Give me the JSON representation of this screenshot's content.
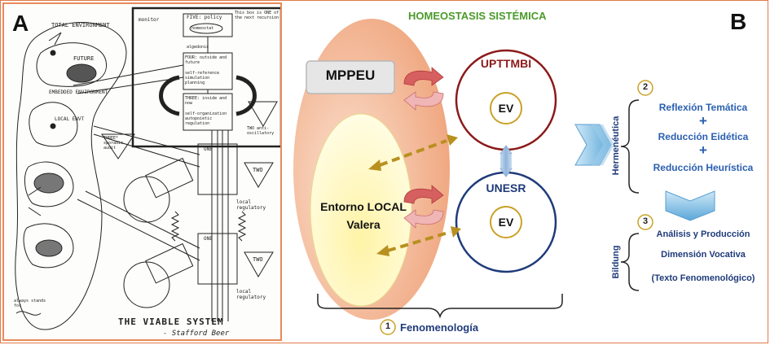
{
  "panel_a": {
    "letter": "A",
    "caption": "THE VIABLE SYSTEM",
    "author": "- Stafford Beer",
    "labels": {
      "total_env": "TOTAL ENVIRONMENT",
      "future": "FUTURE",
      "embedded_env": "EMBEDDED ENVIRONMENT",
      "local_env": "LOCAL ENVT",
      "box_note": "This box is ONE of the next recursion",
      "monitor": "monitor",
      "five": "FIVE: policy",
      "homeostat": "homeostat",
      "algedonic": "algedonic",
      "four": "FOUR: outside and future",
      "four_sub": "self-reference simulation planning",
      "three": "THREE: inside and now",
      "three_sub": "self-organization autopoietic regulation",
      "two_box": "TWO anti-oscillatory",
      "three_star": "THREE* sporadic audit",
      "one_a": "ONE",
      "one_b": "ONE",
      "two_a": "TWO",
      "two_b": "TWO",
      "local_reg_a": "local regulatory",
      "local_reg_b": "local regulatory",
      "legend": "always stands for"
    }
  },
  "panel_b": {
    "letter": "B",
    "title": "HOMEOSTASIS SISTÉMICA",
    "mppeu": "MPPEU",
    "entorno_line1": "Entorno LOCAL",
    "entorno_line2": "Valera",
    "upttmbi": "UPTTMBI",
    "unesr": "UNESR",
    "ev_top": "EV",
    "ev_bottom": "EV",
    "num1": "1",
    "fenomenologia": "Fenomenología",
    "num2": "2",
    "hermeneutica": "Hermenéutica",
    "reflexion": "Reflexión Temática",
    "plus1": "+",
    "reduccion_eidetica": "Reducción Eidética",
    "plus2": "+",
    "reduccion_heuristica": "Reducción Heurística",
    "num3": "3",
    "bildung": "Bildung",
    "analisis": "Análisis y Producción",
    "dimension": "Dimensión Vocativa",
    "texto": "(Texto Fenomenológico)",
    "colors": {
      "title_green": "#4a9a2a",
      "navy": "#1f3b7a",
      "dark_red": "#8b1a1a",
      "gold": "#c9a227",
      "blue_text": "#2a5fb0",
      "peach": "#f3b690"
    }
  }
}
